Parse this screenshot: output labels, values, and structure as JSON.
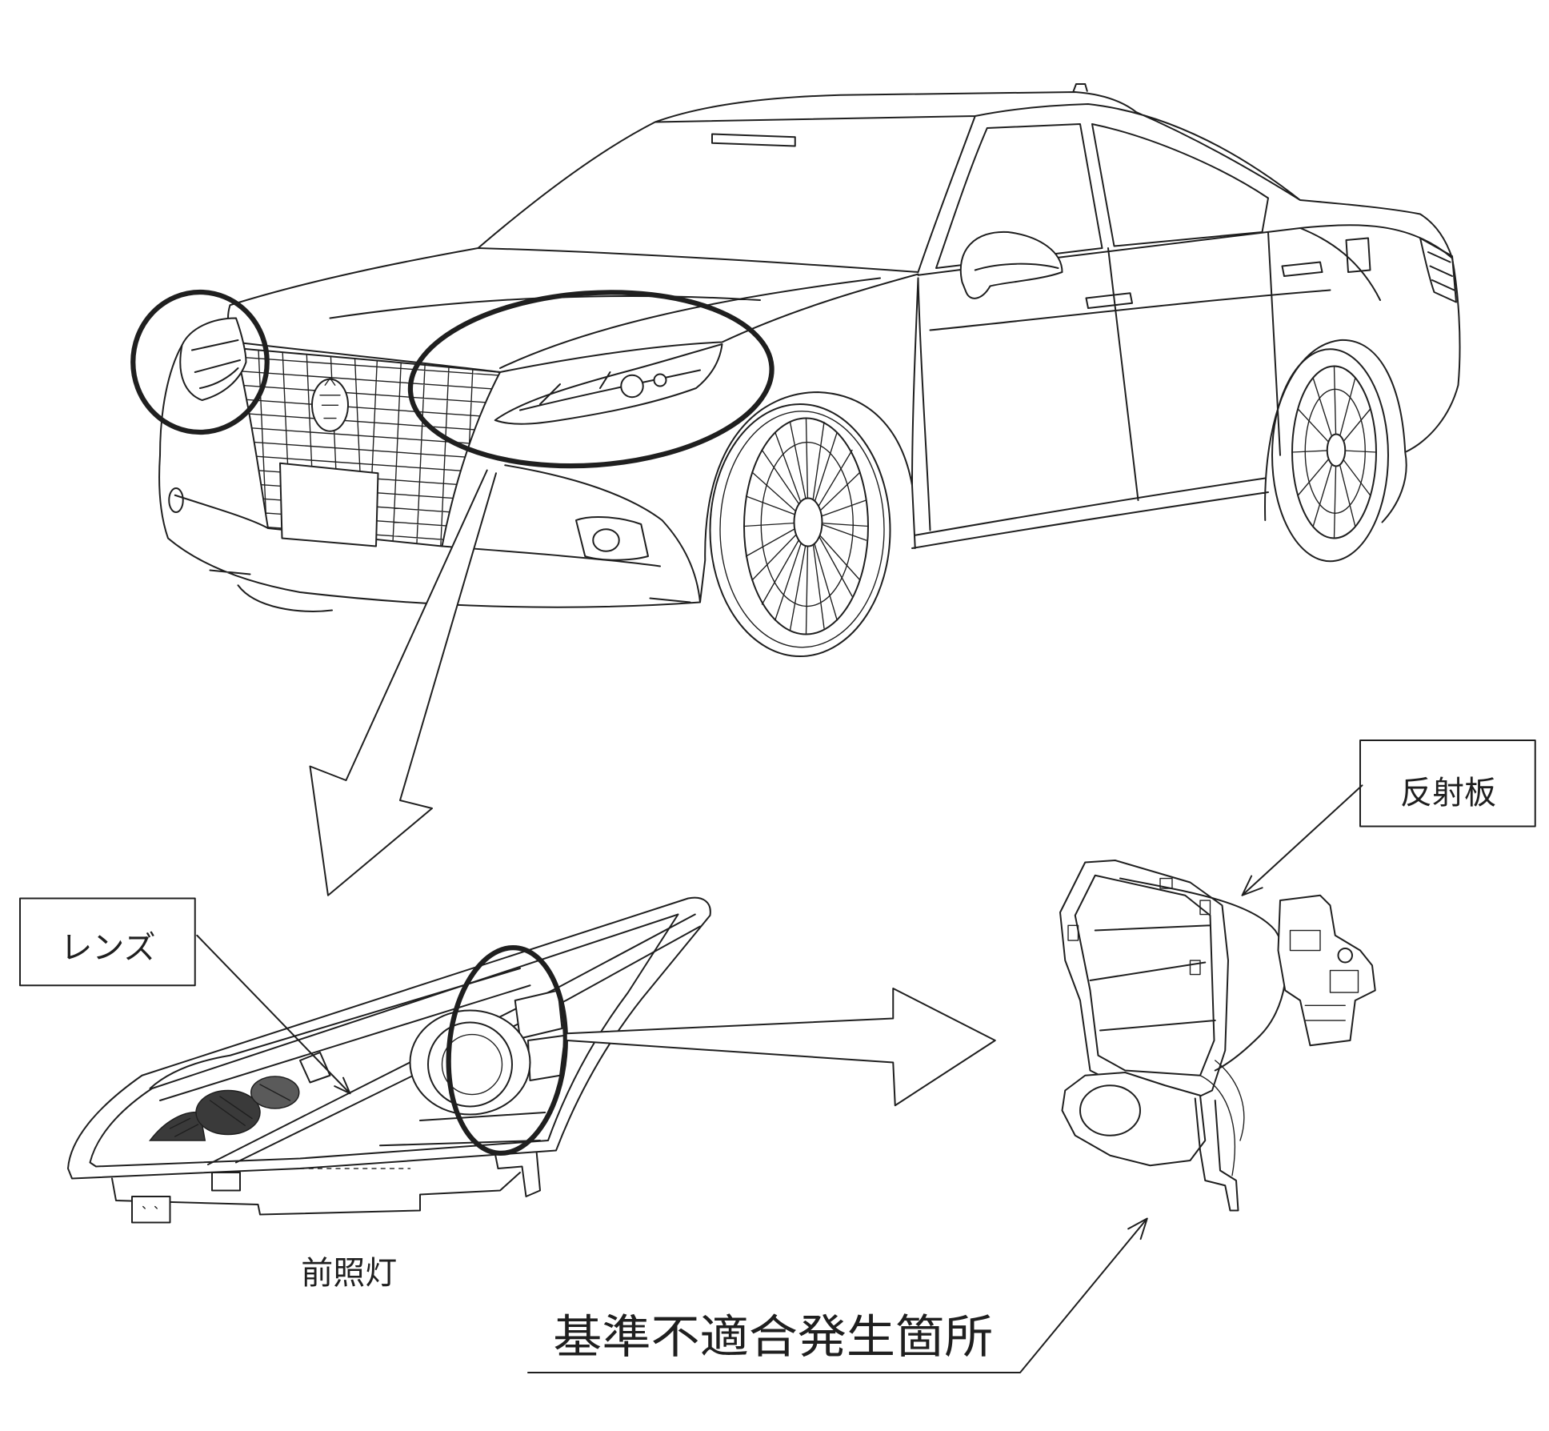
{
  "labels": {
    "lens": "レンズ",
    "headlamp": "前照灯",
    "reflector": "反射板",
    "nonconformity_location": "基準不適合発生箇所"
  },
  "colors": {
    "line": "#1f1f1f",
    "background": "#ffffff"
  }
}
